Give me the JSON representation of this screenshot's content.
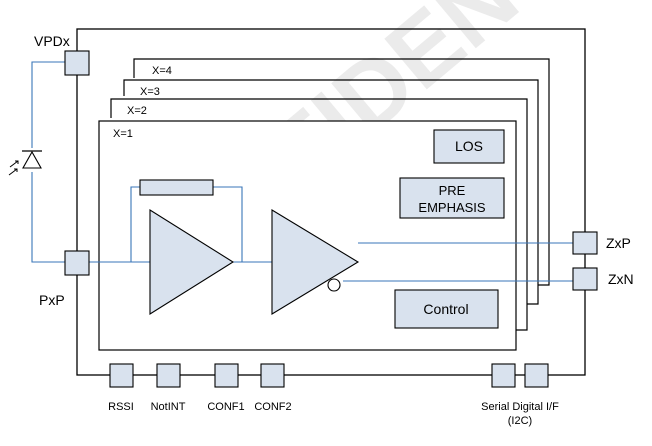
{
  "colors": {
    "outline": "#000000",
    "block_fill": "#d9e2ee",
    "wire": "#3a76b8",
    "watermark": "#dcdcdc"
  },
  "watermark": {
    "text": "CONFIDENTIAL"
  },
  "channels": {
    "x1": "X=1",
    "x2": "X=2",
    "x3": "X=3",
    "x4": "X=4"
  },
  "blocks": {
    "los": "LOS",
    "pre_emphasis_line1": "PRE",
    "pre_emphasis_line2": "EMPHASIS",
    "control": "Control"
  },
  "pins": {
    "vpdx": "VPDx",
    "pxp": "PxP",
    "zxp": "ZxP",
    "zxn": "ZxN",
    "rssi": "RSSI",
    "notint": "NotINT",
    "conf1": "CONF1",
    "conf2": "CONF2",
    "serial_line1": "Serial Digital I/F",
    "serial_line2": "(I2C)"
  },
  "icons": {
    "photodiode": "photodiode-icon",
    "tia_amplifier": "triangle-amplifier-icon",
    "limiting_amplifier": "triangle-amplifier-icon",
    "feedback_resistor": "resistor-icon"
  }
}
